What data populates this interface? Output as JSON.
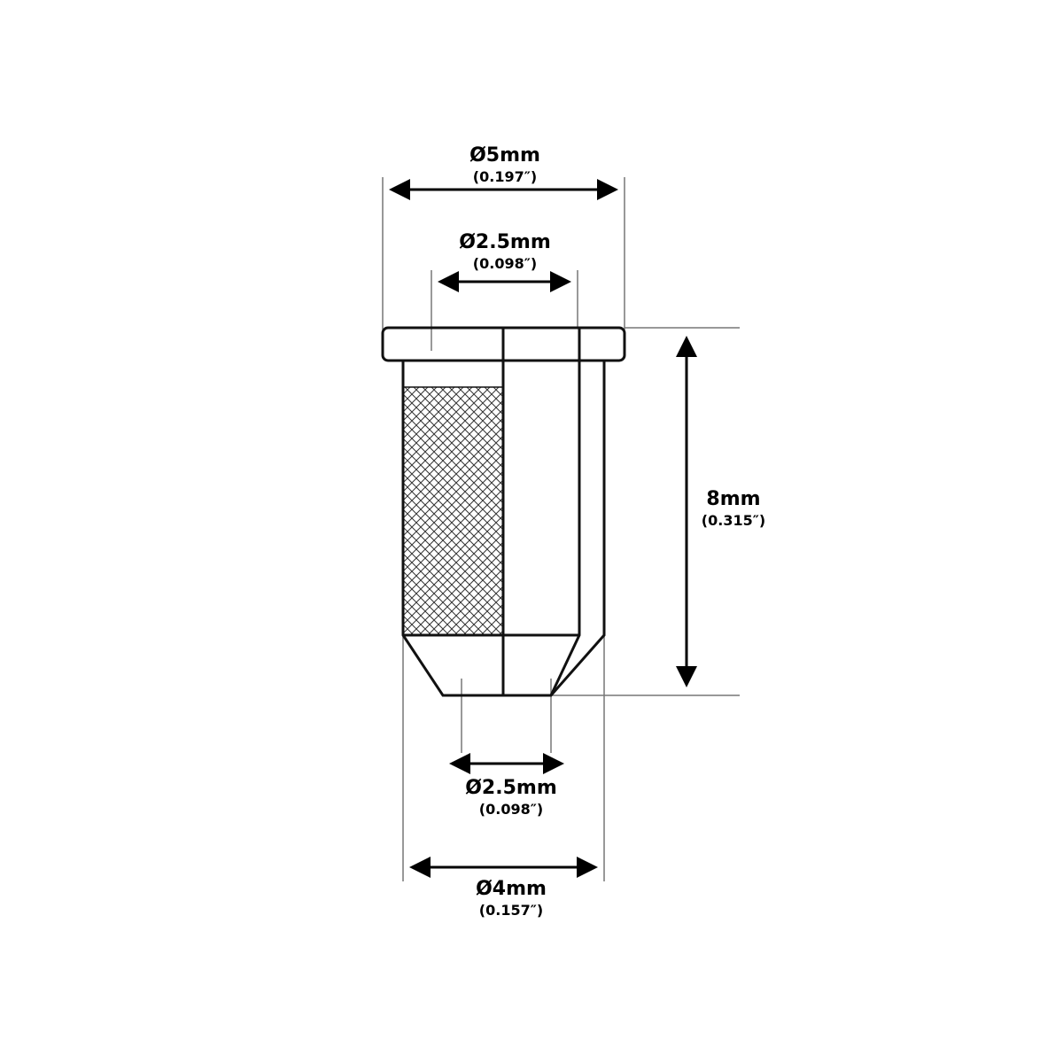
{
  "dimensions": {
    "flange_diameter": {
      "value": "Ø5mm",
      "inch": "(0.197″)"
    },
    "bore_diameter_top": {
      "value": "Ø2.5mm",
      "inch": "(0.098″)"
    },
    "length": {
      "value": "8mm",
      "inch": "(0.315″)"
    },
    "tip_diameter": {
      "value": "Ø2.5mm",
      "inch": "(0.098″)"
    },
    "body_diameter": {
      "value": "Ø4mm",
      "inch": "(0.157″)"
    }
  },
  "colors": {
    "outline": "#111111",
    "dimension_line": "#777777"
  }
}
